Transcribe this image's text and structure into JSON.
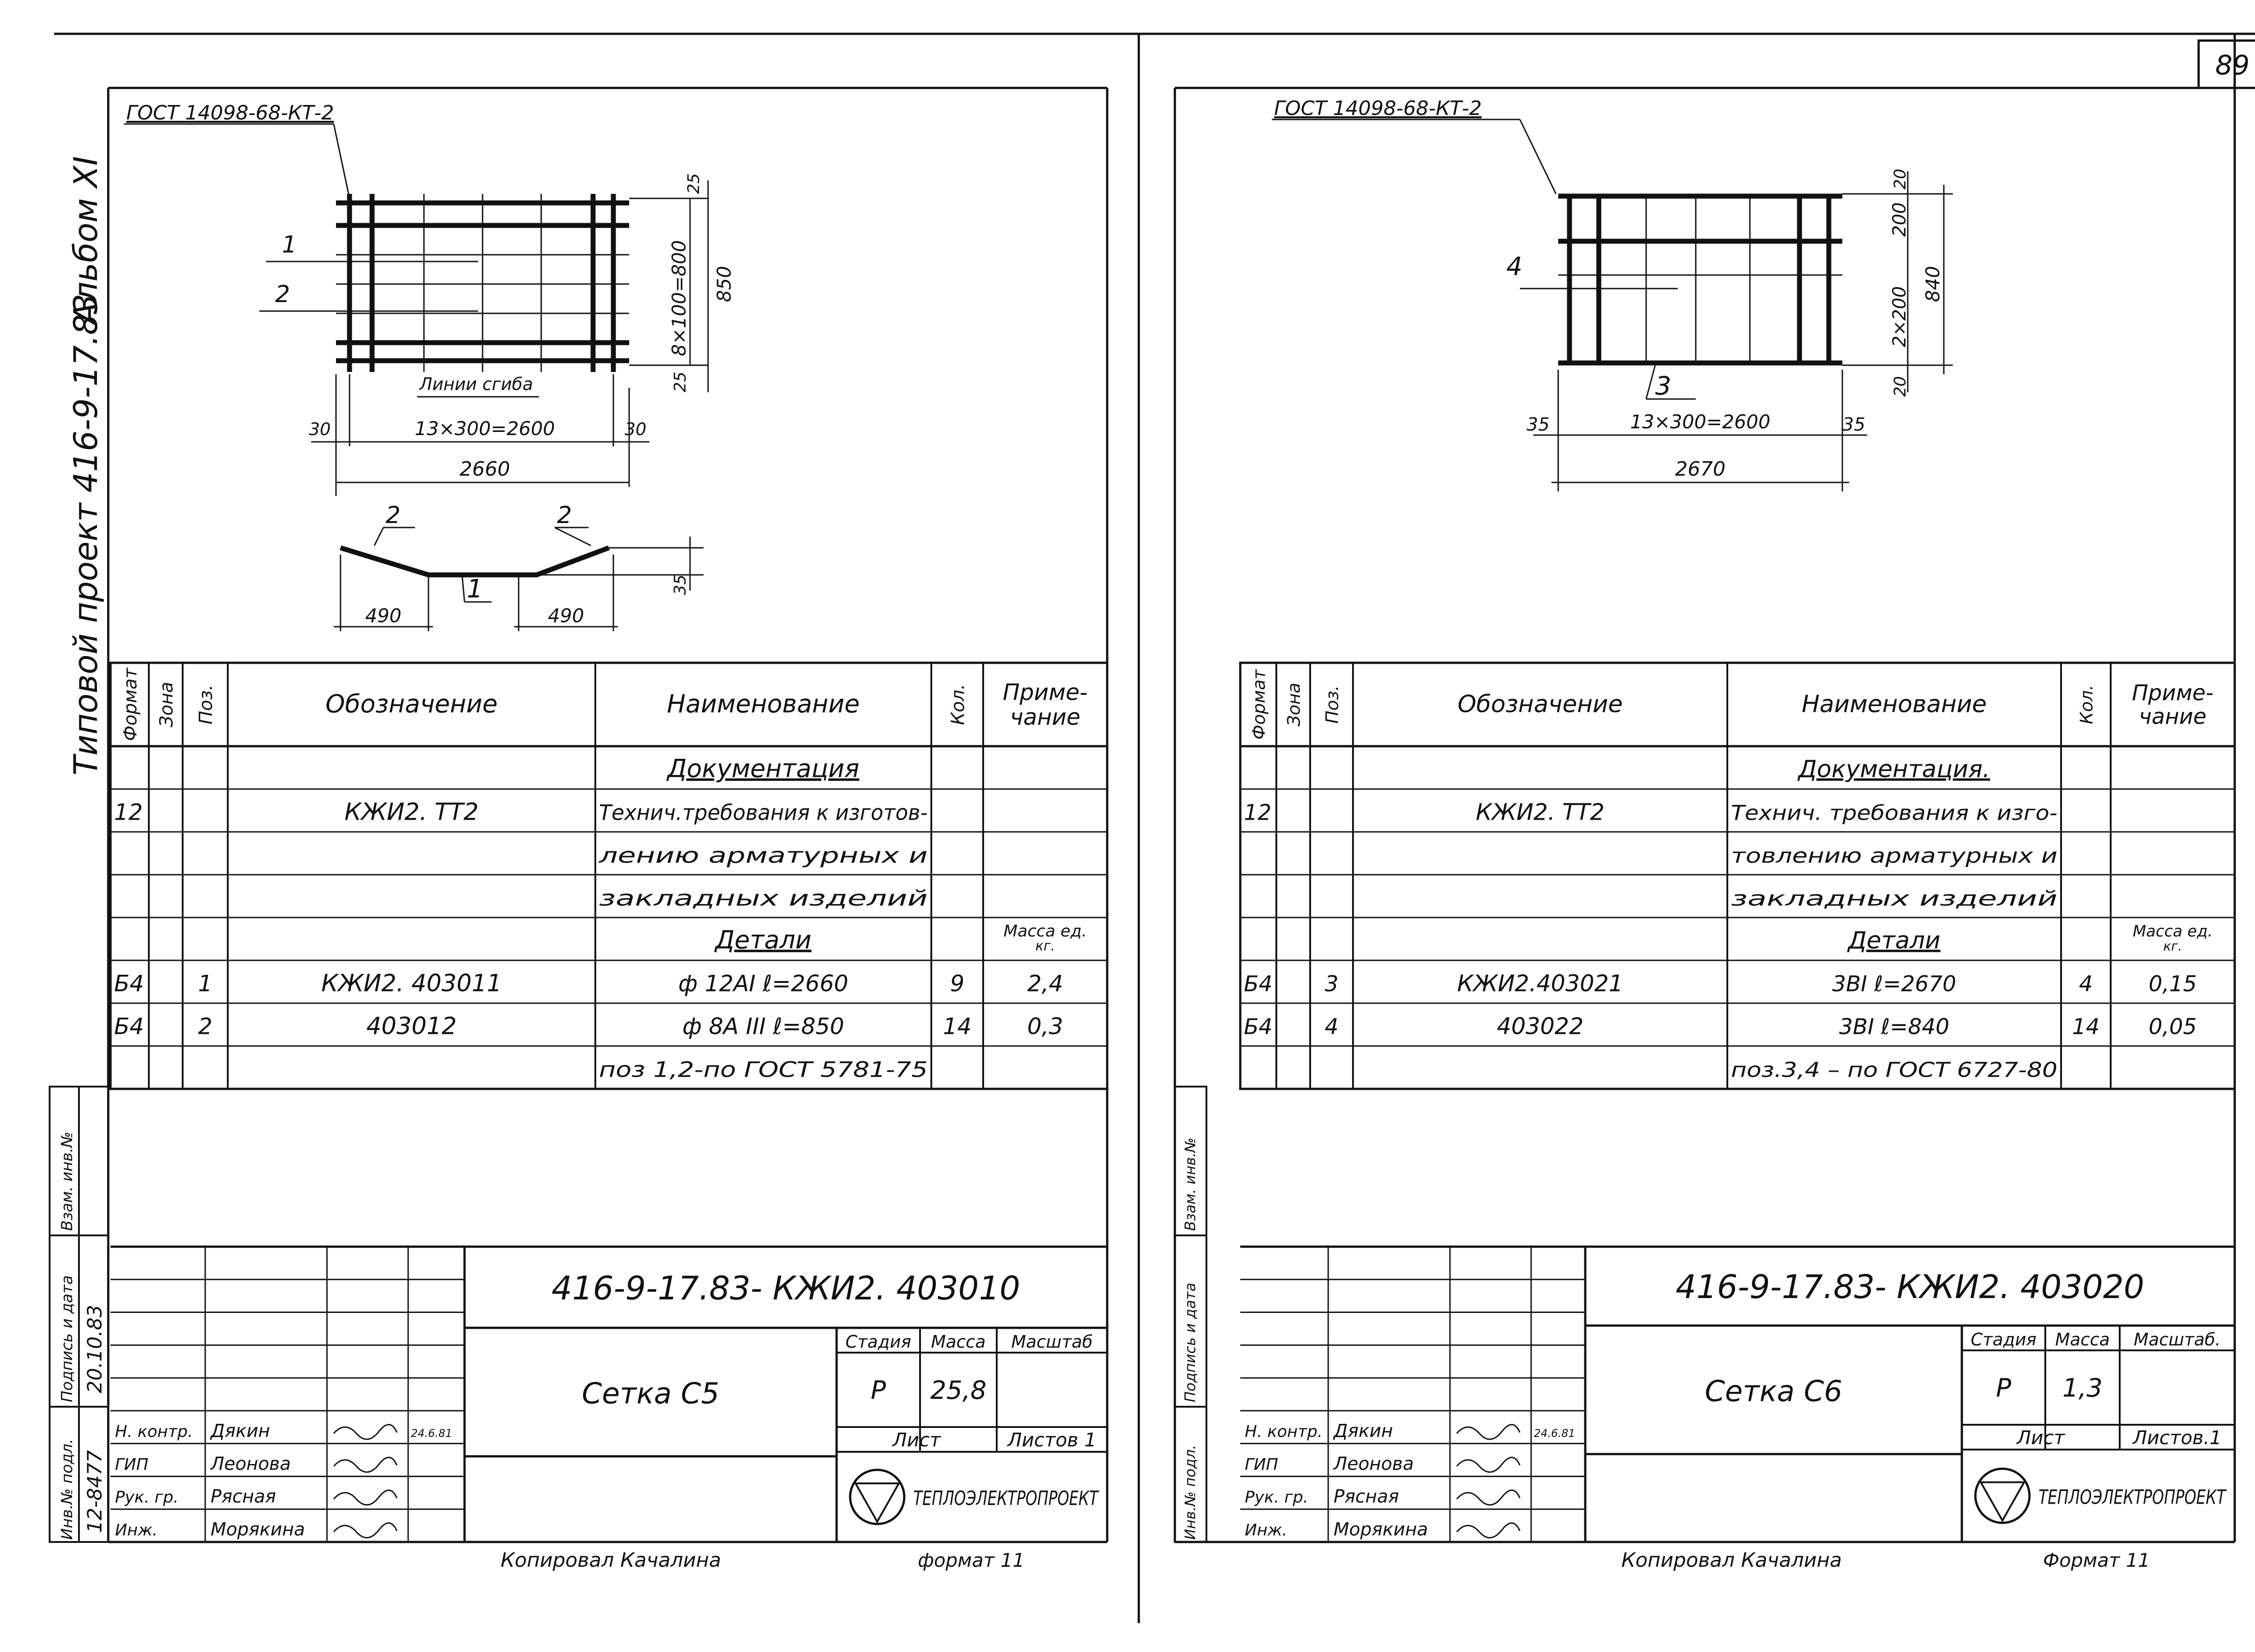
{
  "page_number": "89",
  "margin": {
    "album": "Альбом XI",
    "project": "Типовой проект 416-9-17.83",
    "stamp_labels": [
      "Инв.№ подл.",
      "Подпись и дата",
      "Взам. инв.№"
    ],
    "inv_number": "12-8477",
    "sign_date": "20.10.83"
  },
  "sheets": [
    {
      "drawing": {
        "gost_label": "ГОСТ 14098-68-КТ-2",
        "pos_labels": [
          "1",
          "2"
        ],
        "bend_label": "Линии сгиба",
        "dim_spacing_h": "13×300=2600",
        "dim_total_h": "2660",
        "dim_edge_left": "30",
        "dim_edge_right": "30",
        "dim_spacing_v": "8×100=800",
        "dim_total_v": "850",
        "dim_edge_top": "25",
        "dim_edge_bottom": "25",
        "profile_labels": [
          "2",
          "2",
          "1"
        ],
        "profile_dims": [
          "490",
          "490",
          "35"
        ]
      },
      "spec": {
        "headers": [
          "Формат",
          "Зона",
          "Поз.",
          "Обозначение",
          "Наименование",
          "Кол.",
          "Приме-чание"
        ],
        "rows": [
          {
            "fmt": "",
            "pos": "",
            "code": "",
            "name": "Документация",
            "qty": "",
            "note": ""
          },
          {
            "fmt": "12",
            "pos": "",
            "code": "КЖИ2. ТТ2",
            "name": "Технич.требования к изготов-",
            "qty": "",
            "note": ""
          },
          {
            "fmt": "",
            "pos": "",
            "code": "",
            "name": "лению арматурных и",
            "qty": "",
            "note": ""
          },
          {
            "fmt": "",
            "pos": "",
            "code": "",
            "name": "закладных изделий",
            "qty": "",
            "note": ""
          },
          {
            "fmt": "",
            "pos": "",
            "code": "",
            "name": "Детали",
            "qty": "",
            "note": "Масса ед. кг."
          },
          {
            "fmt": "Б4",
            "pos": "1",
            "code": "КЖИ2. 403011",
            "name": "ф 12АI ℓ=2660",
            "qty": "9",
            "note": "2,4"
          },
          {
            "fmt": "Б4",
            "pos": "2",
            "code": "403012",
            "name": "ф 8А III ℓ=850",
            "qty": "14",
            "note": "0,3"
          },
          {
            "fmt": "",
            "pos": "",
            "code": "",
            "name": "поз 1,2-по ГОСТ 5781-75",
            "qty": "",
            "note": ""
          }
        ]
      },
      "title_block": {
        "doc_code": "416-9-17.83- КЖИ2. 403010",
        "title": "Сетка С5",
        "stage_label": "Стадия",
        "mass_label": "Масса",
        "scale_label": "Масштаб",
        "stage": "Р",
        "mass": "25,8",
        "scale": "",
        "sheet_label": "Лист",
        "sheets_label": "Листов 1",
        "org": "ТЕПЛОЭЛЕКТРОПРОЕКТ",
        "roles": [
          "Н. контр.",
          "ГИП",
          "Рук. гр.",
          "Инж."
        ],
        "names": [
          "Дякин",
          "Леонова",
          "Рясная",
          "Морякина"
        ],
        "date": "24.6.81",
        "copied": "Копировал Качалина",
        "format": "формат 11"
      }
    },
    {
      "drawing": {
        "gost_label": "ГОСТ 14098-68-КТ-2",
        "pos_labels": [
          "4",
          "3"
        ],
        "dim_spacing_h": "13×300=2600",
        "dim_total_h": "2670",
        "dim_edge_left": "35",
        "dim_edge_right": "35",
        "dim_spacing_v": "2×200",
        "dim_top_v": "200",
        "dim_total_v": "840",
        "dim_edge_top": "20",
        "dim_edge_bottom": "20"
      },
      "spec": {
        "headers": [
          "Формат",
          "Зона",
          "Поз.",
          "Обозначение",
          "Наименование",
          "Кол.",
          "Приме-чание"
        ],
        "rows": [
          {
            "fmt": "",
            "pos": "",
            "code": "",
            "name": "Документация.",
            "qty": "",
            "note": ""
          },
          {
            "fmt": "12",
            "pos": "",
            "code": "КЖИ2. ТТ2",
            "name": "Технич. требования к изго-",
            "qty": "",
            "note": ""
          },
          {
            "fmt": "",
            "pos": "",
            "code": "",
            "name": "товлению арматурных и",
            "qty": "",
            "note": ""
          },
          {
            "fmt": "",
            "pos": "",
            "code": "",
            "name": "закладных изделий",
            "qty": "",
            "note": ""
          },
          {
            "fmt": "",
            "pos": "",
            "code": "",
            "name": "Детали",
            "qty": "",
            "note": "Масса ед. кг."
          },
          {
            "fmt": "Б4",
            "pos": "3",
            "code": "КЖИ2.403021",
            "name": "3ВI ℓ=2670",
            "qty": "4",
            "note": "0,15"
          },
          {
            "fmt": "Б4",
            "pos": "4",
            "code": "403022",
            "name": "3ВI ℓ=840",
            "qty": "14",
            "note": "0,05"
          },
          {
            "fmt": "",
            "pos": "",
            "code": "",
            "name": "поз.3,4 – по ГОСТ 6727-80",
            "qty": "",
            "note": ""
          }
        ]
      },
      "title_block": {
        "doc_code": "416-9-17.83- КЖИ2. 403020",
        "title": "Сетка С6",
        "stage_label": "Стадия",
        "mass_label": "Масса",
        "scale_label": "Масштаб.",
        "stage": "Р",
        "mass": "1,3",
        "scale": "",
        "sheet_label": "Лист",
        "sheets_label": "Листов.1",
        "org": "ТЕПЛОЭЛЕКТРОПРОЕКТ",
        "roles": [
          "Н. контр.",
          "ГИП",
          "Рук. гр.",
          "Инж."
        ],
        "names": [
          "Дякин",
          "Леонова",
          "Рясная",
          "Морякина"
        ],
        "date": "24.6.81",
        "copied": "Копировал Качалина",
        "format": "Формат 11"
      }
    }
  ]
}
